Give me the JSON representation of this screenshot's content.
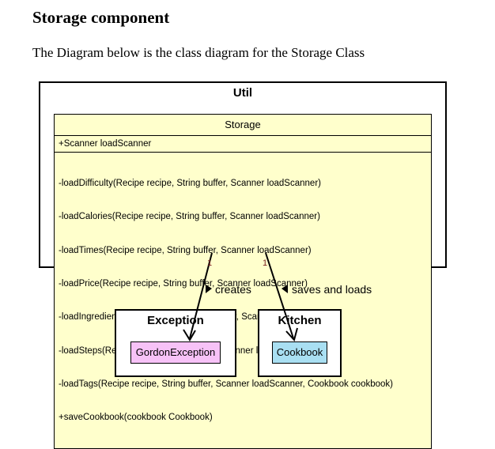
{
  "heading": "Storage component",
  "intro": "The Diagram below is the class diagram for the Storage Class",
  "packages": {
    "util": "Util",
    "exception": "Exception",
    "kitchen": "Kitchen"
  },
  "storage_class": {
    "name": "Storage",
    "attributes": [
      "+Scanner loadScanner"
    ],
    "operations": [
      "-loadDifficulty(Recipe recipe, String buffer, Scanner loadScanner)",
      "-loadCalories(Recipe recipe, String buffer, Scanner loadScanner)",
      "-loadTimes(Recipe recipe, String buffer, Scanner loadScanner)",
      "-loadPrice(Recipe recipe, String buffer, Scanner loadScanner)",
      "-loadIngredients(Recipe recipe, String buffer, Scanner loadScanner)",
      "-loadSteps(Recipe recipe, String buffer, Scanner loadScanner)",
      "-loadTags(Recipe recipe, String buffer, Scanner loadScanner, Cookbook cookbook)",
      "+saveCookbook(cookbook Cookbook)"
    ]
  },
  "classes": {
    "gordon_exception": "GordonException",
    "cookbook": "Cookbook"
  },
  "relations": {
    "creates_label": "creates",
    "saves_label": "saves and loads",
    "multiplicity_left": "1",
    "multiplicity_right": "1"
  },
  "colors": {
    "storage_fill": "#ffffcc",
    "exception_fill": "#f7c2f7",
    "cookbook_fill": "#a9dff2"
  }
}
